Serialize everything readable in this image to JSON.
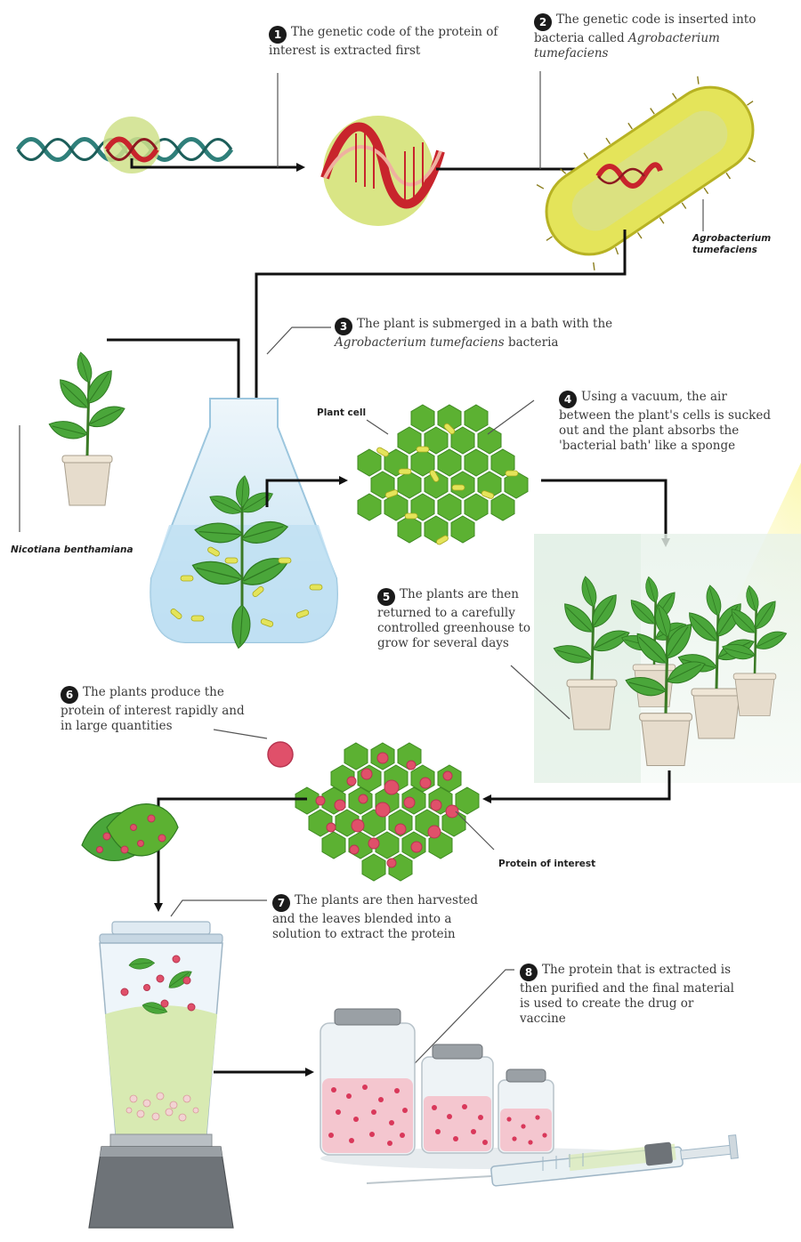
{
  "steps": [
    {
      "num": "1",
      "text": "The genetic code of the protein of interest is extracted first"
    },
    {
      "num": "2",
      "text": "The genetic code is inserted into bacteria called",
      "italic": "Agrobacterium tumefaciens"
    },
    {
      "num": "3",
      "text": "The plant is submerged in a bath with the",
      "italic": "Agrobacterium tumefaciens",
      "tail": "bacteria"
    },
    {
      "num": "4",
      "text": "Using a vacuum, the air between the plant's cells is sucked out and the plant absorbs the 'bacterial bath' like a sponge"
    },
    {
      "num": "5",
      "text": "The plants are then returned to a carefully controlled greenhouse to grow for several days"
    },
    {
      "num": "6",
      "text": "The plants produce the protein of interest rapidly and in large quantities"
    },
    {
      "num": "7",
      "text": "The plants are then harvested and the leaves blended into a solution to extract the protein"
    },
    {
      "num": "8",
      "text": "The protein that is extracted is then purified and the final material is used to create the drug or vaccine"
    }
  ],
  "labels": {
    "bacterium_line1": "Agrobacterium",
    "bacterium_line2": "tumefaciens",
    "plant_name": "Nicotiana benthamiana",
    "plant_cell": "Plant cell",
    "protein": "Protein of interest"
  },
  "colors": {
    "dna_red": "#c8242c",
    "dna_teal": "#2f7f7a",
    "cell_green": "#5cb132",
    "bacteria_yellow": "#e4e45a",
    "protein_pink": "#e0506a",
    "liquid_blue": "#cde7f5",
    "blender_green": "#d8eab2"
  },
  "icons": [
    "dna-strand-icon",
    "bacterium-icon",
    "potted-plant-icon",
    "flask-icon",
    "cell-cluster-icon",
    "greenhouse-icon",
    "leaf-icon",
    "blender-icon",
    "jar-icon",
    "syringe-icon"
  ]
}
